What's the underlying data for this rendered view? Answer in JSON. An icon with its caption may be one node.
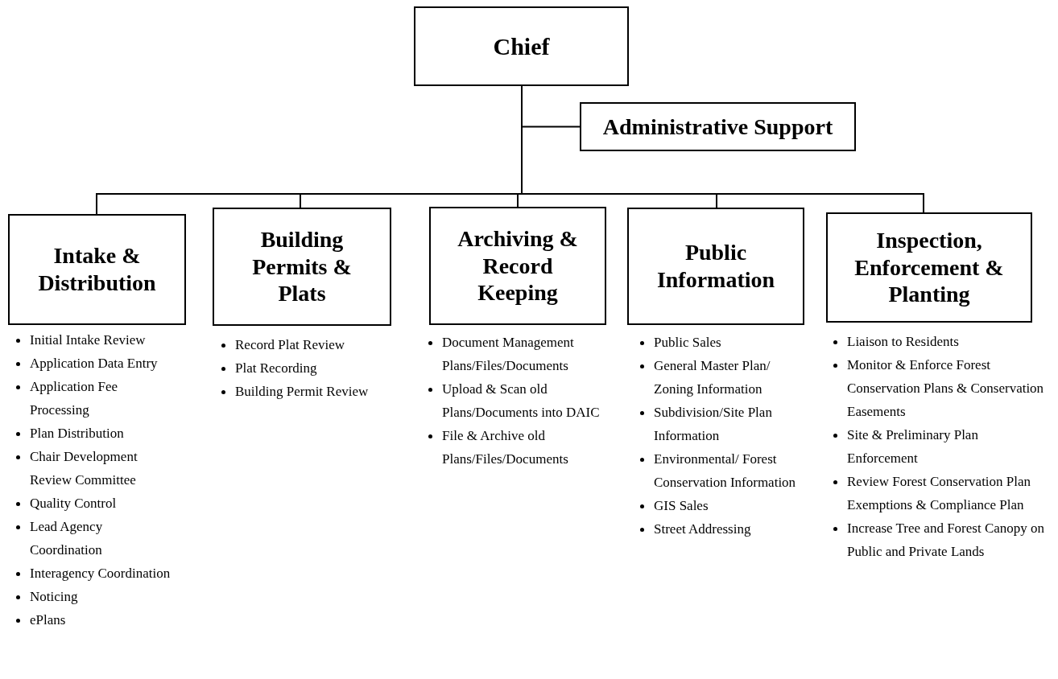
{
  "diagram": {
    "nodes": [
      {
        "text": [
          "Chief"
        ]
      },
      {
        "text": [
          "Administrative Support"
        ]
      },
      {
        "text": [
          "Intake & Distribution"
        ],
        "beside": [
          "Initial Intake Review",
          "Application Data Entry",
          "Application Fee Processing",
          "Plan Distribution",
          "Chair Development Review Committee",
          "Quality Control",
          "Lead Agency Coordination",
          "Interagency Coordination",
          "Noticing",
          "ePlans"
        ]
      },
      {
        "text": [
          "Building Permits & Plats"
        ],
        "beside": [
          "Record Plat Review",
          "Plat Recording",
          "Building Permit Review"
        ]
      },
      {
        "text": [
          "Archiving & Record Keeping"
        ],
        "beside": [
          "Document Management Plans/Files/Documents",
          "Upload & Scan old Plans/Documents into DAIC",
          "File & Archive old Plans/Files/Documents"
        ]
      },
      {
        "text": [
          "Public Information"
        ],
        "beside": [
          "Public Sales",
          "General Master Plan/ Zoning Information",
          "Subdivision/Site Plan Information",
          "Environmental/ Forest Conservation Information",
          "GIS Sales",
          "Street Addressing"
        ]
      },
      {
        "text": [
          "Inspection, Enforcement & Planting"
        ],
        "beside": [
          "Liaison to Residents",
          "Monitor & Enforce Forest Conservation Plans & Conservation Easements",
          "Site & Preliminary Plan Enforcement",
          "Review Forest Conservation Plan Exemptions & Compliance Plan",
          "Increase Tree and Forest Canopy on Public and Private Lands"
        ]
      }
    ],
    "edges": [
      {
        "from": 0,
        "to": 1,
        "arrow": "none"
      },
      {
        "from": 0,
        "to": 2,
        "arrow": "none"
      },
      {
        "from": 0,
        "to": 3,
        "arrow": "none"
      },
      {
        "from": 0,
        "to": 4,
        "arrow": "none"
      },
      {
        "from": 0,
        "to": 5,
        "arrow": "none"
      },
      {
        "from": 0,
        "to": 6,
        "arrow": "none"
      }
    ]
  }
}
